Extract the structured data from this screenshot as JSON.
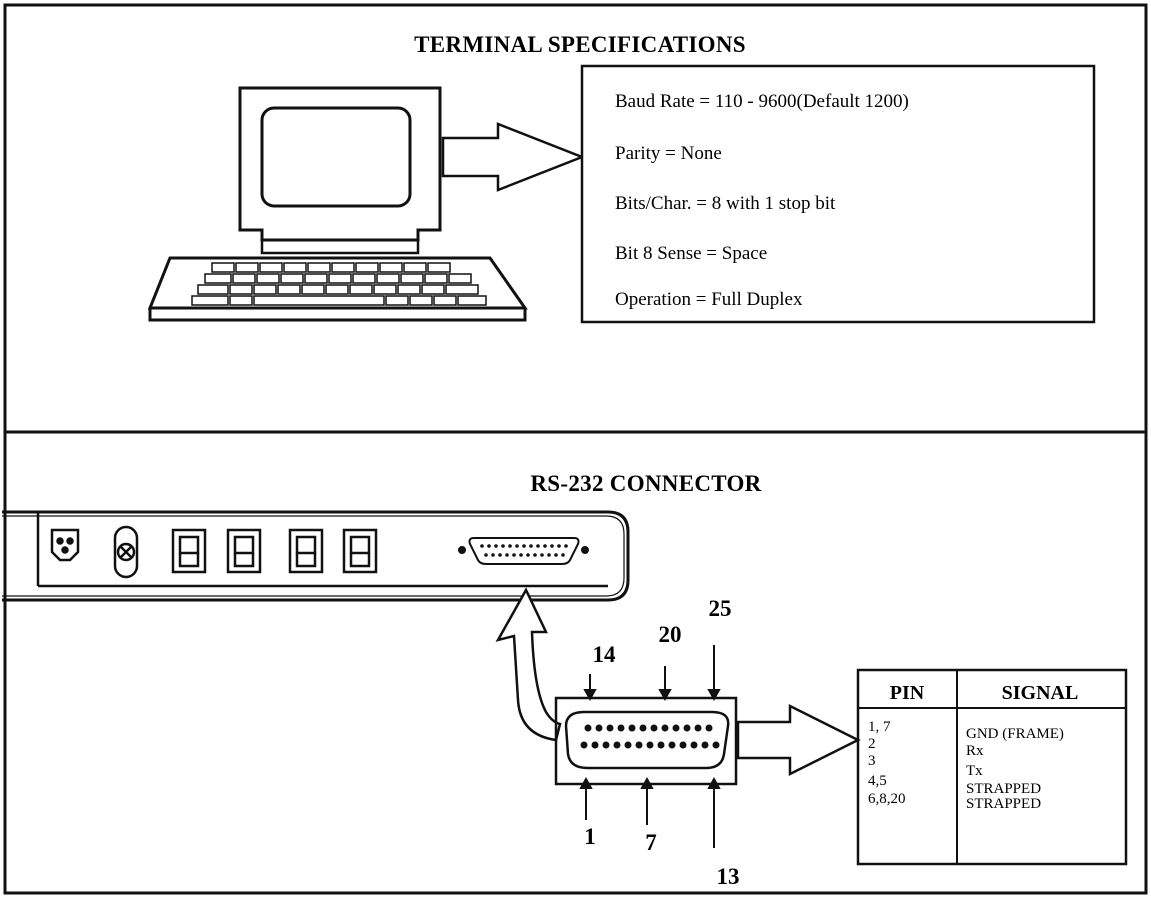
{
  "terminal_section": {
    "title": "TERMINAL SPECIFICATIONS",
    "specs": [
      "Baud Rate = 110 - 9600(Default 1200)",
      "Parity = None",
      "Bits/Char. = 8 with 1 stop bit",
      "Bit 8 Sense = Space",
      "Operation = Full Duplex"
    ]
  },
  "connector_section": {
    "title": "RS-232 CONNECTOR",
    "pin_labels": {
      "p14": "14",
      "p20": "20",
      "p25": "25",
      "p1": "1",
      "p7": "7",
      "p13": "13"
    },
    "table": {
      "header_pin": "PIN",
      "header_signal": "SIGNAL",
      "rows": [
        {
          "pin": "1, 7",
          "signal": "GND (FRAME)"
        },
        {
          "pin": "2",
          "signal": "Rx"
        },
        {
          "pin": "3",
          "signal": "Tx"
        },
        {
          "pin": "4,5",
          "signal": "STRAPPED"
        },
        {
          "pin": "6,8,20",
          "signal": "STRAPPED"
        }
      ]
    }
  }
}
